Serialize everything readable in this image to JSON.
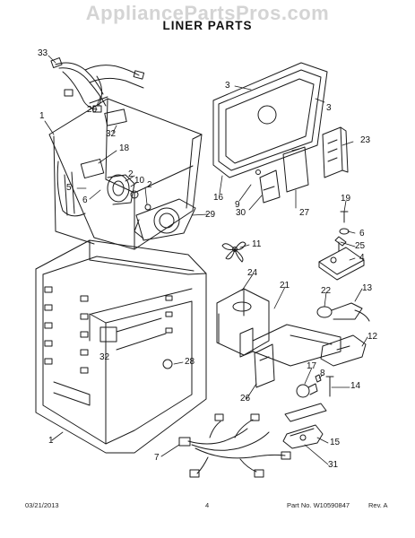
{
  "watermark": "AppliancePartsPros.com",
  "title": "LINER PARTS",
  "callouts": [
    "33",
    "20",
    "1",
    "32",
    "18",
    "2",
    "10",
    "5",
    "6",
    "2",
    "29",
    "3",
    "3",
    "23",
    "16",
    "9",
    "30",
    "27",
    "19",
    "6",
    "25",
    "4",
    "11",
    "24",
    "21",
    "22",
    "13",
    "12",
    "32",
    "28",
    "17",
    "8",
    "14",
    "26",
    "7",
    "15",
    "31",
    "1"
  ],
  "footer": {
    "date": "03/21/2013",
    "page": "4",
    "part_label": "Part No. W10590847",
    "rev": "Rev. A"
  }
}
